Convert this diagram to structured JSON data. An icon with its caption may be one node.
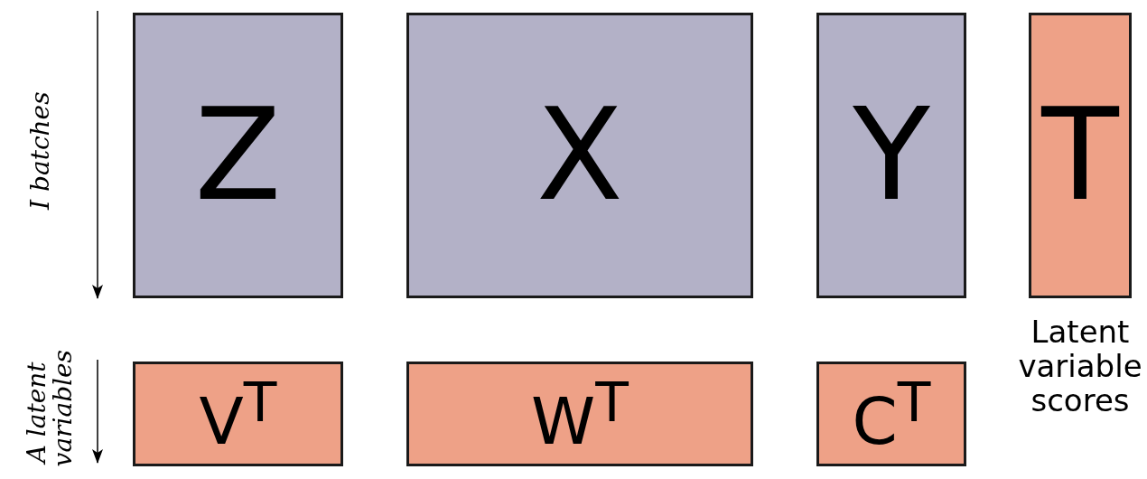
{
  "diagram": {
    "nodes": [
      {
        "text": [
          "Z"
        ]
      },
      {
        "text": [
          "X"
        ]
      },
      {
        "text": [
          "Y"
        ]
      },
      {
        "text": [
          "T"
        ],
        "beside": [
          "Latent variable scores"
        ]
      },
      {
        "text": [
          "V$^{T}$"
        ]
      },
      {
        "text": [
          "W$^{T}$"
        ]
      },
      {
        "text": [
          "C$^{T}$"
        ]
      }
    ],
    "labels": [
      "I batches",
      "A latent variables"
    ]
  }
}
